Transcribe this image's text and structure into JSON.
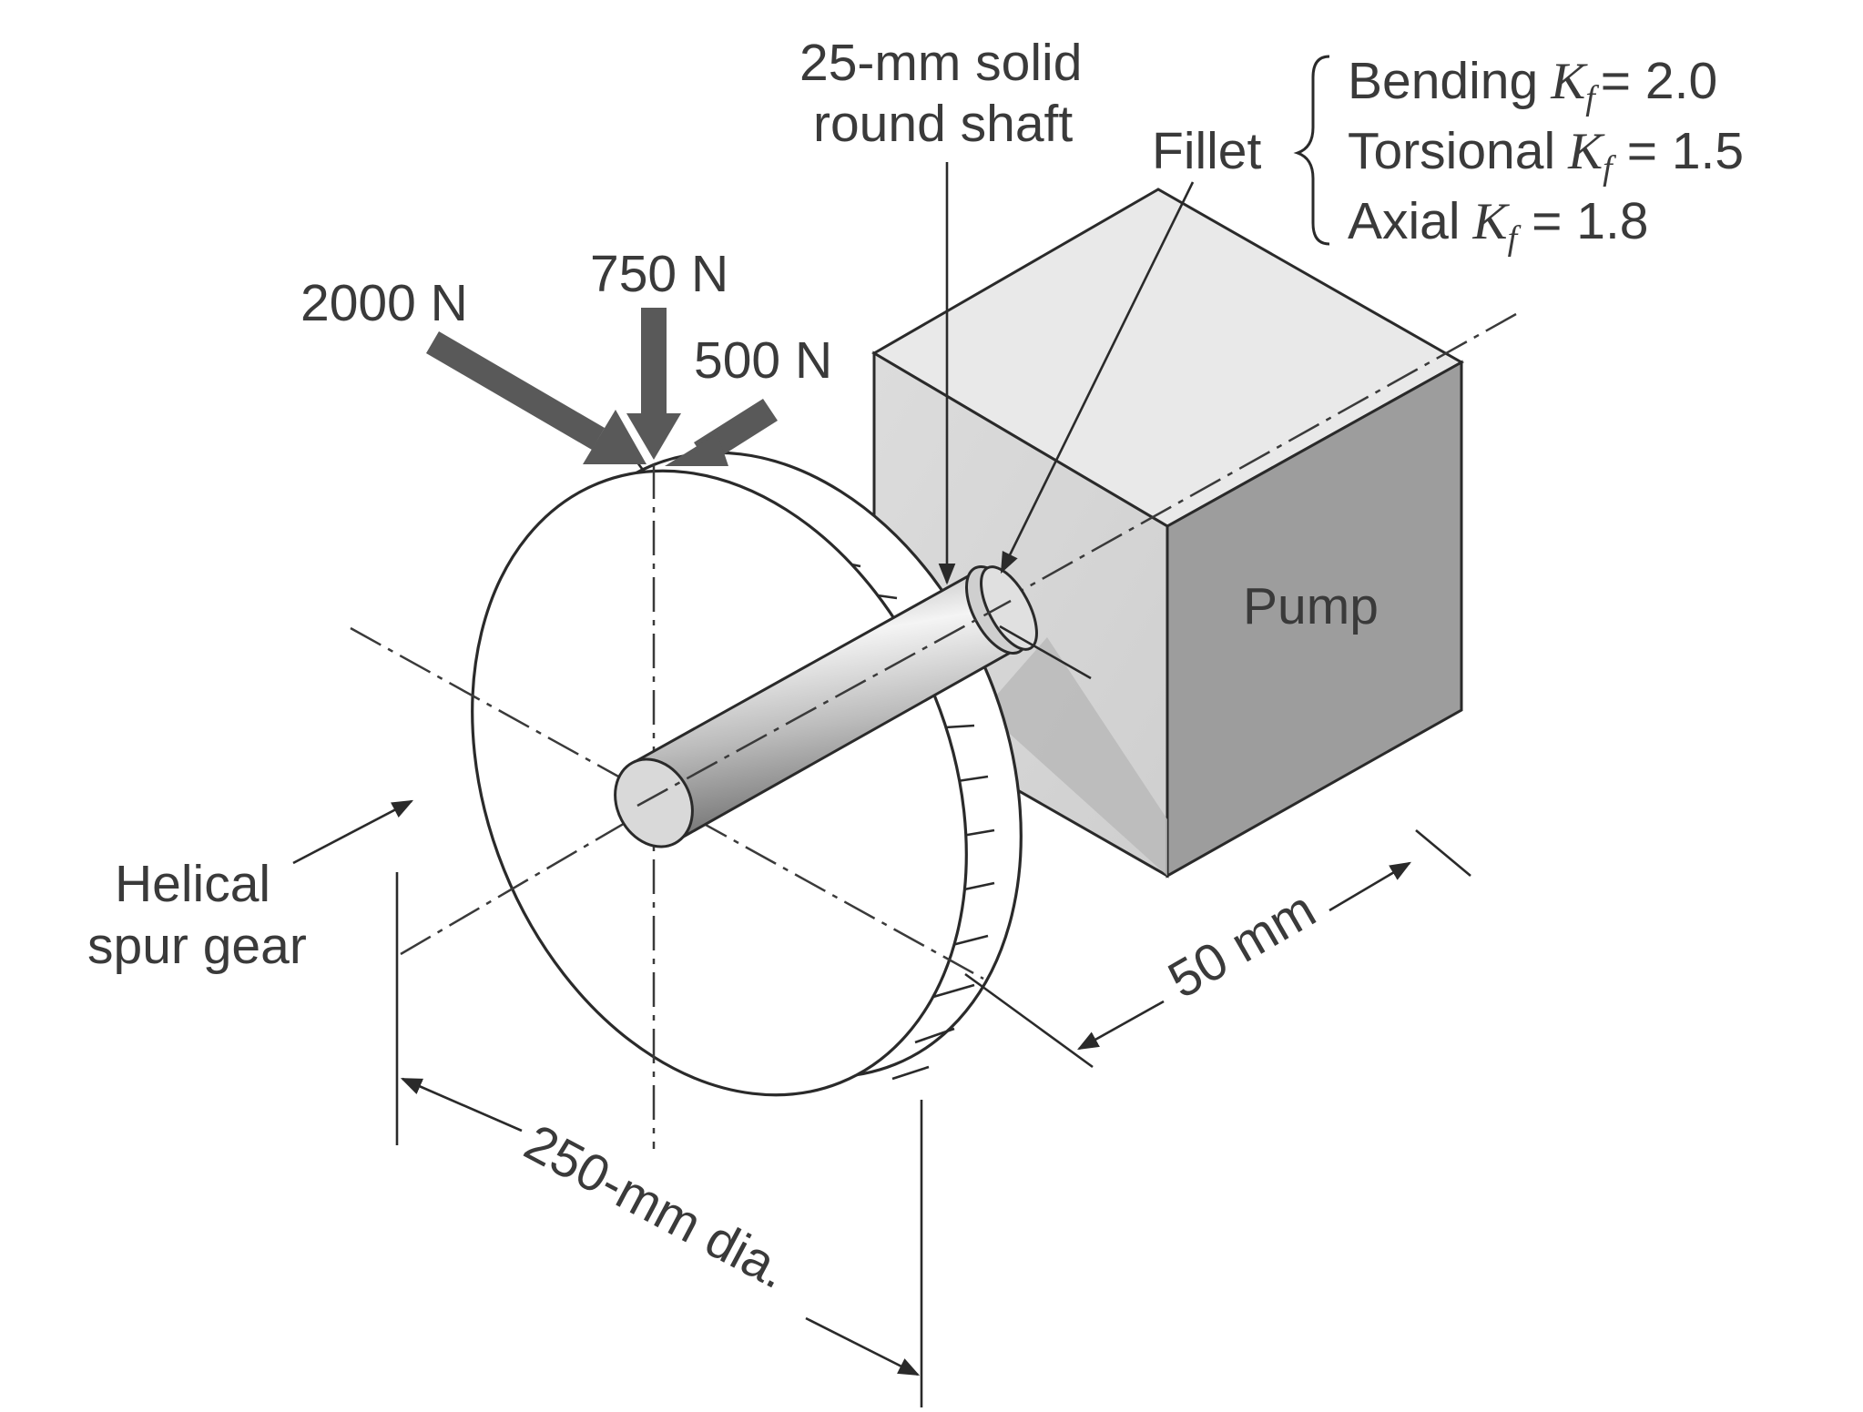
{
  "labels": {
    "shaft_line1": "25-mm solid",
    "shaft_line2": "round shaft",
    "fillet": "Fillet",
    "bending_text": "Bending",
    "bending_value": "= 2.0",
    "torsional_text": "Torsional",
    "torsional_value": "= 1.5",
    "axial_text": "Axial",
    "axial_value": "= 1.8",
    "k_symbol": "K",
    "k_subscript": "f",
    "force_2000": "2000 N",
    "force_750": "750 N",
    "force_500": "500 N",
    "pump": "Pump",
    "gear_line1": "Helical",
    "gear_line2": "spur gear",
    "dim_50": "50 mm",
    "dim_250": "250-mm dia."
  },
  "colors": {
    "force_arrow": "#595959",
    "pump_front": "#d6d6d6",
    "pump_side": "#9d9d9d",
    "pump_top": "#e9e9e9",
    "shaft_dark": "#8a8a8a",
    "shaft_light": "#f2f2f2"
  }
}
